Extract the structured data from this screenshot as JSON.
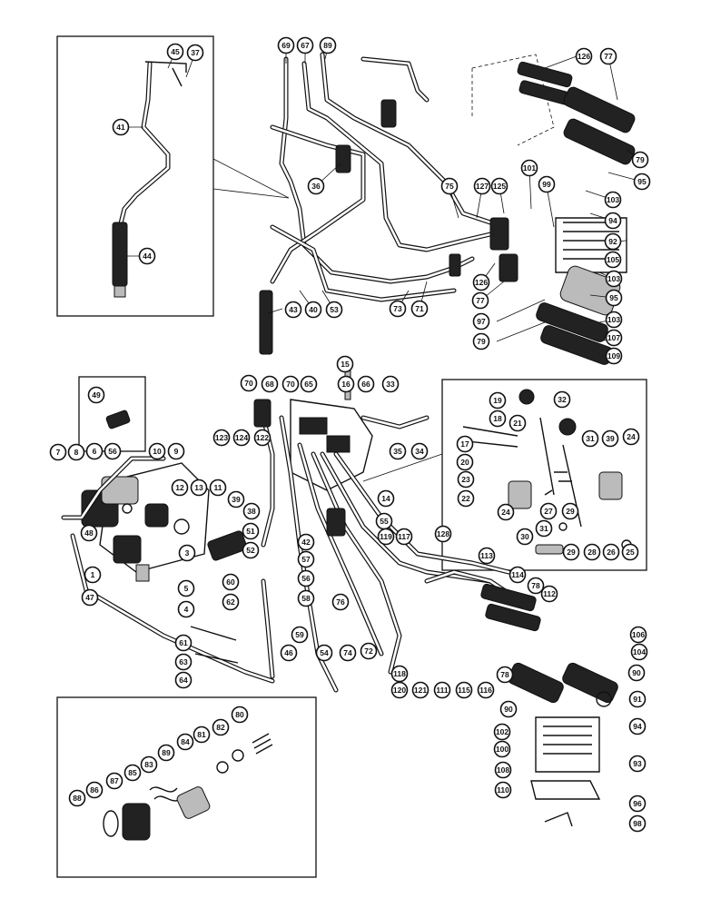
{
  "callouts": [
    "45",
    "37",
    "41",
    "44",
    "69",
    "67",
    "89",
    "126",
    "77",
    "79",
    "95",
    "101",
    "99",
    "36",
    "75",
    "127",
    "125",
    "103",
    "94",
    "92",
    "105",
    "103",
    "95",
    "126",
    "77",
    "97",
    "79",
    "103",
    "107",
    "109",
    "43",
    "40",
    "53",
    "73",
    "71",
    "15",
    "16",
    "70",
    "68",
    "70",
    "65",
    "66",
    "33",
    "35",
    "34",
    "14",
    "123",
    "124",
    "122",
    "39",
    "38",
    "55",
    "51",
    "52",
    "57",
    "56",
    "58",
    "59",
    "60",
    "62",
    "61",
    "63",
    "64",
    "46",
    "54",
    "42",
    "76",
    "119",
    "117",
    "128",
    "113",
    "114",
    "78",
    "112",
    "74",
    "72",
    "118",
    "120",
    "121",
    "111",
    "115",
    "116",
    "106",
    "104",
    "90",
    "78",
    "90",
    "91",
    "94",
    "102",
    "100",
    "93",
    "108",
    "110",
    "96",
    "98",
    "49",
    "7",
    "8",
    "6",
    "56",
    "10",
    "9",
    "12",
    "13",
    "11",
    "48",
    "1",
    "3",
    "47",
    "5",
    "4",
    "19",
    "32",
    "18",
    "21",
    "17",
    "20",
    "23",
    "22",
    "24",
    "31",
    "39",
    "24",
    "27",
    "29",
    "30",
    "31",
    "29",
    "28",
    "26",
    "25",
    "80",
    "82",
    "81",
    "84",
    "89",
    "83",
    "85",
    "87",
    "86",
    "88"
  ]
}
